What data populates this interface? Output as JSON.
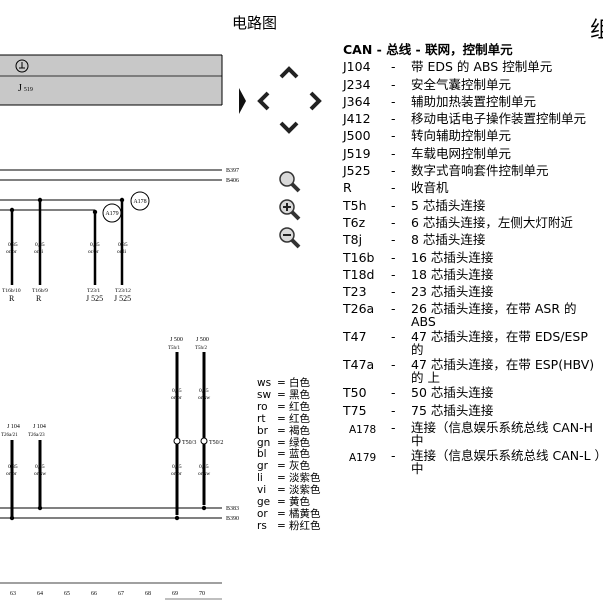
{
  "page": {
    "title": "电路图",
    "edge_fragment": "组"
  },
  "diagram": {
    "module_label": "J",
    "module_sub": "519",
    "bus_labels": [
      "B397",
      "B406",
      "B383",
      "B390"
    ],
    "connectors_top": [
      {
        "wire": "0,35",
        "color": "or/br",
        "pin": "T16b/10",
        "comp": "R"
      },
      {
        "wire": "0,35",
        "color": "or/li",
        "pin": "T16b/9",
        "comp": "R"
      },
      {
        "wire": "0,35",
        "color": "or/br",
        "pin": "T23/1",
        "comp": "J 525"
      },
      {
        "wire": "0,35",
        "color": "or/li",
        "pin": "T23/12",
        "comp": "J 525"
      }
    ],
    "splice_labels": [
      "A179",
      "A178"
    ],
    "j500": [
      {
        "name": "J 500",
        "pin": "T5h/1"
      },
      {
        "name": "J 500",
        "pin": "T5h/2"
      }
    ],
    "j104": [
      {
        "name": "J 104",
        "pin": "T26a/21"
      },
      {
        "name": "J 104",
        "pin": "T26a/23"
      }
    ],
    "wires_mid": [
      {
        "wire": "0,35",
        "color": "or/br"
      },
      {
        "wire": "0,35",
        "color": "or/sw"
      },
      {
        "wire": "0,35",
        "color": "or/br"
      },
      {
        "wire": "0,35",
        "color": "or/sw"
      }
    ],
    "wires_low": [
      {
        "wire": "0,35",
        "color": "or/br"
      },
      {
        "wire": "0,35",
        "color": "or/sw"
      }
    ],
    "t50": [
      "T50/3",
      "T50/2"
    ],
    "footer_numbers": [
      "63",
      "64",
      "65",
      "66",
      "67",
      "68",
      "69",
      "70"
    ]
  },
  "legend": {
    "heading": "CAN - 总线 - 联网，控制单元",
    "items": [
      {
        "code": "J104",
        "desc": "带 EDS 的 ABS 控制单元"
      },
      {
        "code": "J234",
        "desc": "安全气囊控制单元"
      },
      {
        "code": "J364",
        "desc": "辅助加热装置控制单元"
      },
      {
        "code": "J412",
        "desc": "移动电话电子操作装置控制单元"
      },
      {
        "code": "J500",
        "desc": "转向辅助控制单元"
      },
      {
        "code": "J519",
        "desc": "车载电网控制单元"
      },
      {
        "code": "J525",
        "desc": "数字式音响套件控制单元"
      },
      {
        "code": "R",
        "desc": "收音机"
      },
      {
        "code": "T5h",
        "desc": "5 芯插头连接"
      },
      {
        "code": "T6z",
        "desc": "6 芯插头连接，左侧大灯附近"
      },
      {
        "code": "T8j",
        "desc": "8 芯插头连接"
      },
      {
        "code": "T16b",
        "desc": "16 芯插头连接"
      },
      {
        "code": "T18d",
        "desc": "18 芯插头连接"
      },
      {
        "code": "T23",
        "desc": "23 芯插头连接"
      },
      {
        "code": "T26a",
        "desc": "26 芯插头连接，在带 ASR 的 ABS"
      },
      {
        "code": "T47",
        "desc": "47 芯插头连接，在带 EDS/ESP 的"
      },
      {
        "code": "T47a",
        "desc": "47 芯插头连接，在带 ESP(HBV) 的 上"
      },
      {
        "code": "T50",
        "desc": "50 芯插头连接"
      },
      {
        "code": "T75",
        "desc": "75 芯插头连接"
      },
      {
        "code": "A178",
        "desc": "连接（信息娱乐系统总线 CAN-H 中"
      },
      {
        "code": "A179",
        "desc": "连接（信息娱乐系统总线 CAN-L ）中"
      }
    ]
  },
  "colors": [
    {
      "ab": "ws",
      "name": "白色"
    },
    {
      "ab": "sw",
      "name": "黑色"
    },
    {
      "ab": "ro",
      "name": "红色"
    },
    {
      "ab": "rt",
      "name": "红色"
    },
    {
      "ab": "br",
      "name": "褐色"
    },
    {
      "ab": "gn",
      "name": "绿色"
    },
    {
      "ab": "bl",
      "name": "蓝色"
    },
    {
      "ab": "gr",
      "name": "灰色"
    },
    {
      "ab": "li",
      "name": "淡紫色"
    },
    {
      "ab": "vi",
      "name": "淡紫色"
    },
    {
      "ab": "ge",
      "name": "黄色"
    },
    {
      "ab": "or",
      "name": "橘黄色"
    },
    {
      "ab": "rs",
      "name": "粉红色"
    }
  ]
}
